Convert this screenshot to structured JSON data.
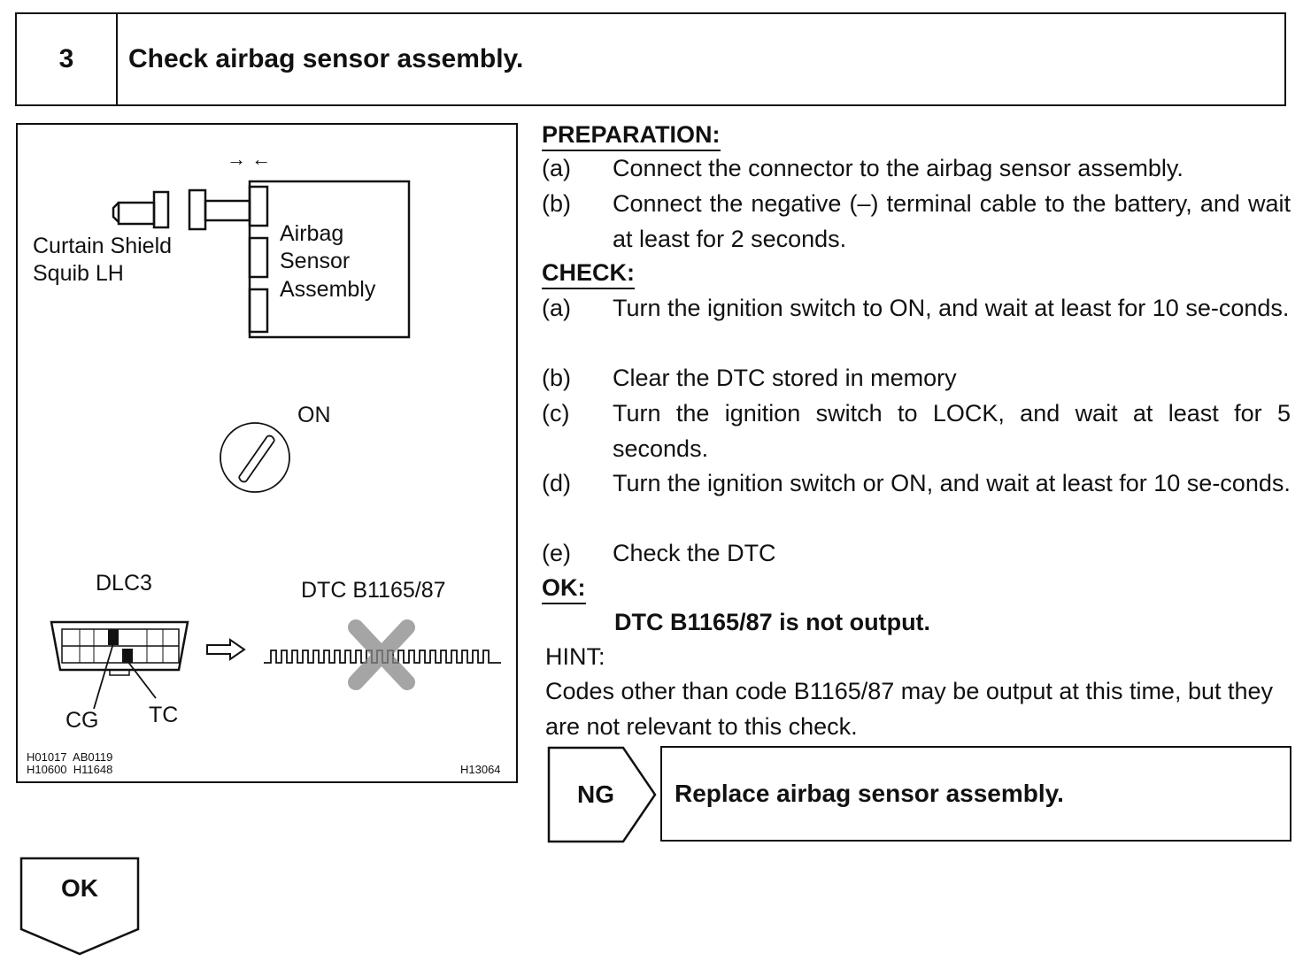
{
  "header": {
    "step_number": "3",
    "title": "Check airbag sensor assembly."
  },
  "figure": {
    "connect_arrows": "→ ←",
    "squib_label_1": "Curtain Shield",
    "squib_label_2": "Squib LH",
    "sensor_label_1": "Airbag",
    "sensor_label_2": "Sensor",
    "sensor_label_3": "Assembly",
    "switch_label": "ON",
    "dlc_label": "DLC3",
    "dtc_label": "DTC B1165/87",
    "cg_label": "CG",
    "tc_label": "TC",
    "ref_codes": "H01017  AB0119\nH10600  H11648",
    "figure_id": "H13064"
  },
  "preparation": {
    "heading": "PREPARATION:",
    "steps": [
      {
        "letter": "(a)",
        "text": "Connect the connector to the airbag sensor assembly."
      },
      {
        "letter": "(b)",
        "text": "Connect the negative (–) terminal cable to the battery, and wait at least for 2 seconds."
      }
    ]
  },
  "check": {
    "heading": "CHECK:",
    "steps": [
      {
        "letter": "(a)",
        "text": "Turn the ignition switch to ON, and wait at least for 10 se-conds."
      },
      {
        "letter": "(b)",
        "text": "Clear the DTC stored in memory"
      },
      {
        "letter": "(c)",
        "text": "Turn the ignition switch to LOCK, and wait at least for 5 seconds."
      },
      {
        "letter": "(d)",
        "text": "Turn the ignition switch or ON, and wait at least for 10 se-conds."
      },
      {
        "letter": "(e)",
        "text": "Check the DTC"
      }
    ]
  },
  "ok_result": {
    "heading": "OK:",
    "text": "DTC B1165/87 is not output."
  },
  "hint": {
    "heading": "HINT:",
    "text": "Codes other than code B1165/87 may be output at this time, but they are not relevant to this check."
  },
  "ng": {
    "label": "NG",
    "action": "Replace airbag sensor assembly."
  },
  "ok_tag": {
    "label": "OK"
  }
}
